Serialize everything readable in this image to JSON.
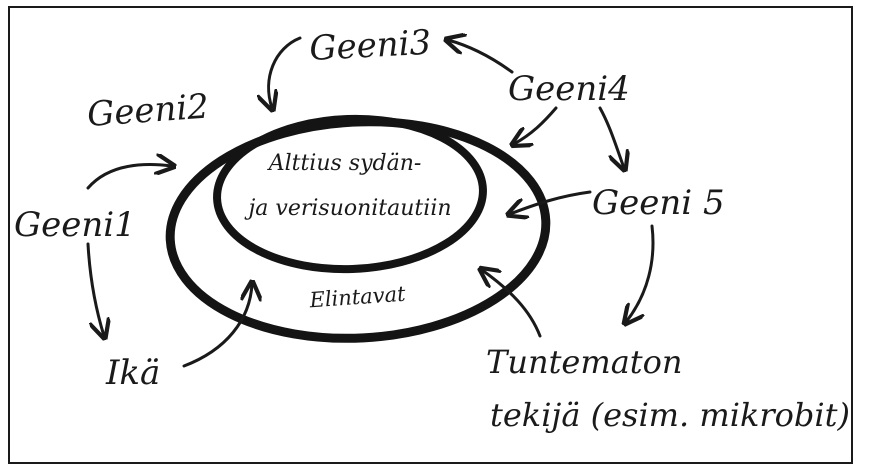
{
  "diagram": {
    "center": {
      "line1": "Alttius sydän-",
      "line2": "ja verisuonitautiin"
    },
    "inner_ring_label": "Elintavat",
    "factors": {
      "geeni1": "Geeni1",
      "geeni2": "Geeni2",
      "geeni3": "Geeni3",
      "geeni4": "Geeni4",
      "geeni5": "Geeni 5",
      "ika": "Ikä",
      "unknown_line1": "Tuntematon",
      "unknown_line2": "tekijä (esim. mikrobit)"
    },
    "colors": {
      "ink": "#1a1a1a",
      "background": "#ffffff"
    }
  }
}
